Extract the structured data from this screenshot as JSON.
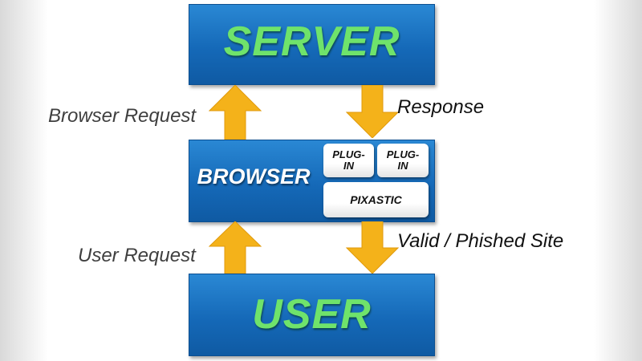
{
  "nodes": {
    "server": "SERVER",
    "browser": "BROWSER",
    "user": "USER",
    "plugin_1": "PLUG-IN",
    "plugin_2": "PLUG-IN",
    "pixastic": "PIXASTIC"
  },
  "edges": {
    "browser_request": "Browser Request",
    "response": "Response",
    "user_request": "User Request",
    "valid_phished": "Valid / Phished Site"
  },
  "colors": {
    "box_blue": "#1569b8",
    "label_green": "#6fe36b",
    "arrow_orange": "#f4b21a"
  }
}
